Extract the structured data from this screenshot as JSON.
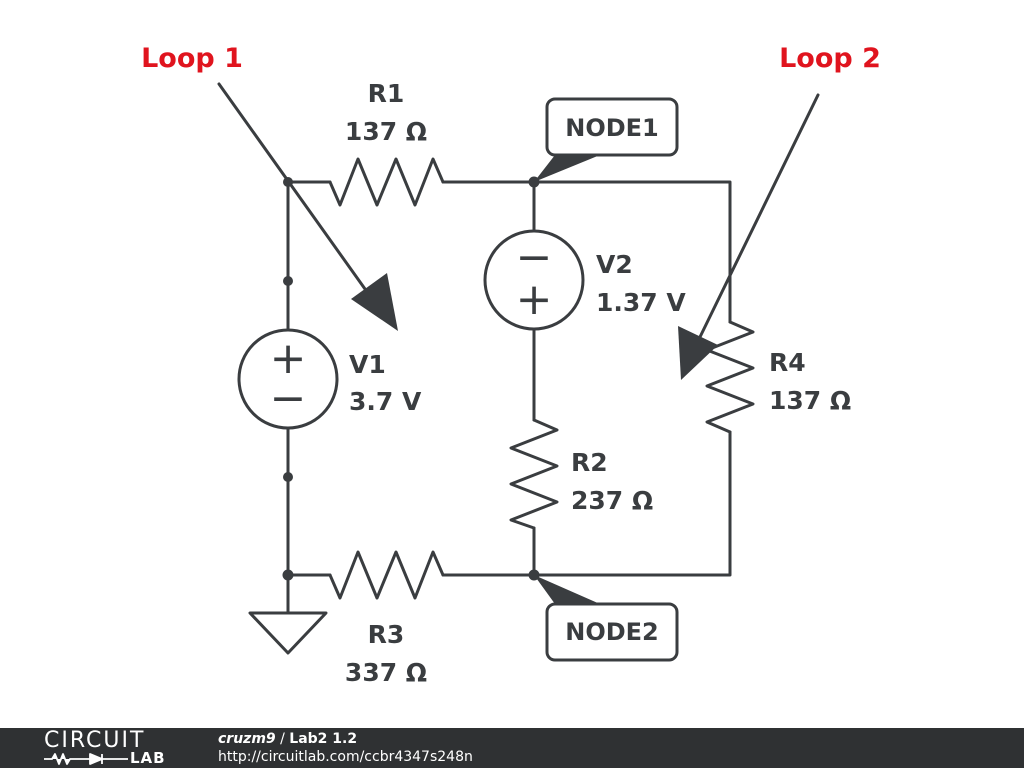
{
  "annotations": {
    "loop1": "Loop 1",
    "loop2": "Loop 2"
  },
  "components": {
    "r1": {
      "name": "R1",
      "value": "137 Ω"
    },
    "r2": {
      "name": "R2",
      "value": "237 Ω"
    },
    "r3": {
      "name": "R3",
      "value": "337 Ω"
    },
    "r4": {
      "name": "R4",
      "value": "137 Ω"
    },
    "v1": {
      "name": "V1",
      "value": "3.7 V"
    },
    "v2": {
      "name": "V2",
      "value": "1.37 V"
    }
  },
  "nodes": {
    "node1": "NODE1",
    "node2": "NODE2"
  },
  "source_signs": {
    "plus": "+",
    "minus": "−"
  },
  "footer": {
    "logo_top": "CIRCUIT",
    "logo_bottom": "LAB",
    "author": "cruzm9",
    "separator": " / ",
    "project": "Lab2 1.2",
    "url": "http://circuitlab.com/ccbr4347s248n"
  },
  "colors": {
    "wire": "#3a3d40",
    "annotation": "#e0141e",
    "footer_bg": "#2f3133"
  }
}
